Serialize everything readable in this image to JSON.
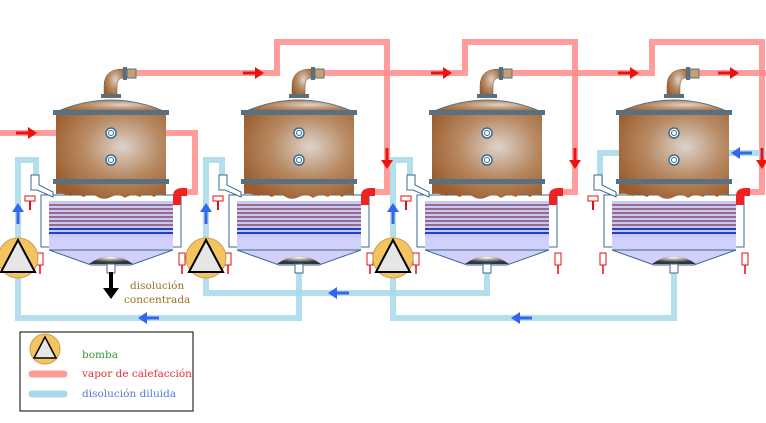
{
  "diagram": {
    "type": "multiple-effect evaporator",
    "effects": 4,
    "outlet_label_line1": "disolución",
    "outlet_label_line2": "concentrada"
  },
  "legend": {
    "items": [
      {
        "label": "bomba",
        "color": "#2e9a3a",
        "symbol": "pump-icon"
      },
      {
        "label": "vapor de calefacción",
        "color": "#e0303a",
        "symbol": "steam-line"
      },
      {
        "label": "disolución diluida",
        "color": "#5a78d8",
        "symbol": "solution-line"
      }
    ]
  },
  "colors": {
    "steam": "#ff8c8c",
    "solution": "#a8d8ea",
    "arrow_red": "#ee1111",
    "arrow_blue": "#3366ee",
    "pump": "#f5c460",
    "label_brown": "#a07020"
  }
}
